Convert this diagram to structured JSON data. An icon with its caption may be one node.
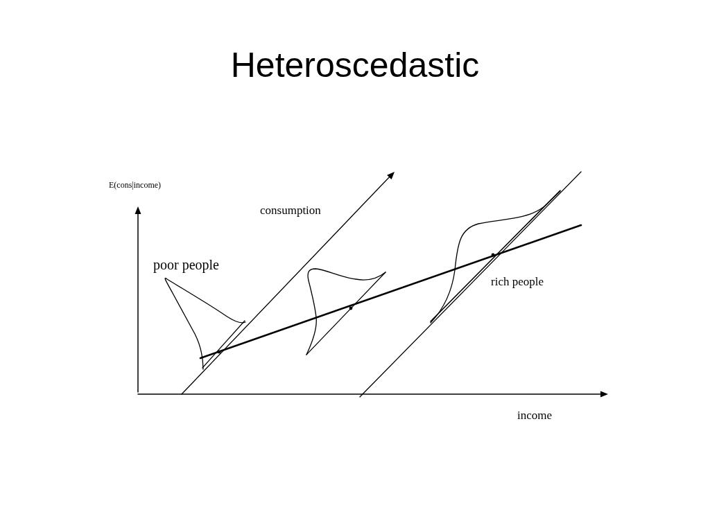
{
  "diagram": {
    "title": "Heteroscedastic",
    "labels": [
      "E(cons|income)",
      "consumption",
      "poor people",
      "rich people",
      "income"
    ]
  }
}
